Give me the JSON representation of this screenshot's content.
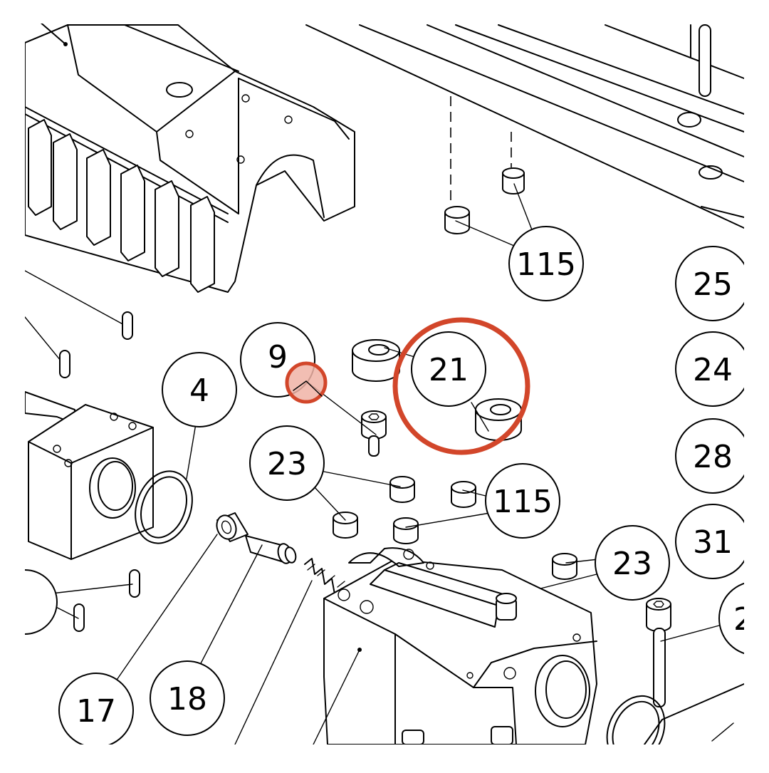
{
  "diagram": {
    "callouts": [
      {
        "id": "callout-115-top",
        "label": "115"
      },
      {
        "id": "callout-25",
        "label": "25"
      },
      {
        "id": "callout-9",
        "label": "9"
      },
      {
        "id": "callout-21",
        "label": "21"
      },
      {
        "id": "callout-24",
        "label": "24"
      },
      {
        "id": "callout-4",
        "label": "4"
      },
      {
        "id": "callout-28",
        "label": "28"
      },
      {
        "id": "callout-23-left",
        "label": "23"
      },
      {
        "id": "callout-115-mid",
        "label": "115"
      },
      {
        "id": "callout-31",
        "label": "31"
      },
      {
        "id": "callout-23-right",
        "label": "23"
      },
      {
        "id": "callout-2-partial",
        "label": "2"
      },
      {
        "id": "callout-17",
        "label": "17"
      },
      {
        "id": "callout-18",
        "label": "18"
      }
    ],
    "highlight_color": "#d2462a",
    "highlight_fill": "#f0b3a6",
    "line_color": "#000000",
    "background": "#ffffff"
  }
}
